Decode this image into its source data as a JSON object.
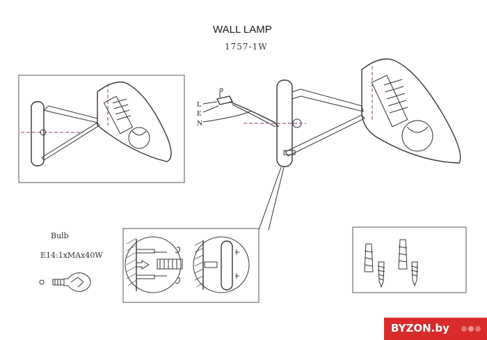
{
  "title": "WALL LAMP",
  "model": "1757-1W",
  "wires": {
    "l": "L",
    "e": "E",
    "n": "N"
  },
  "bulb": {
    "label": "Bulb",
    "spec": "E14:1xMAx40W"
  },
  "brand": {
    "text": "BYZON.by",
    "color": "#d92b2b"
  },
  "colors": {
    "line": "#333333",
    "axis_dash": "#8a3a78"
  }
}
